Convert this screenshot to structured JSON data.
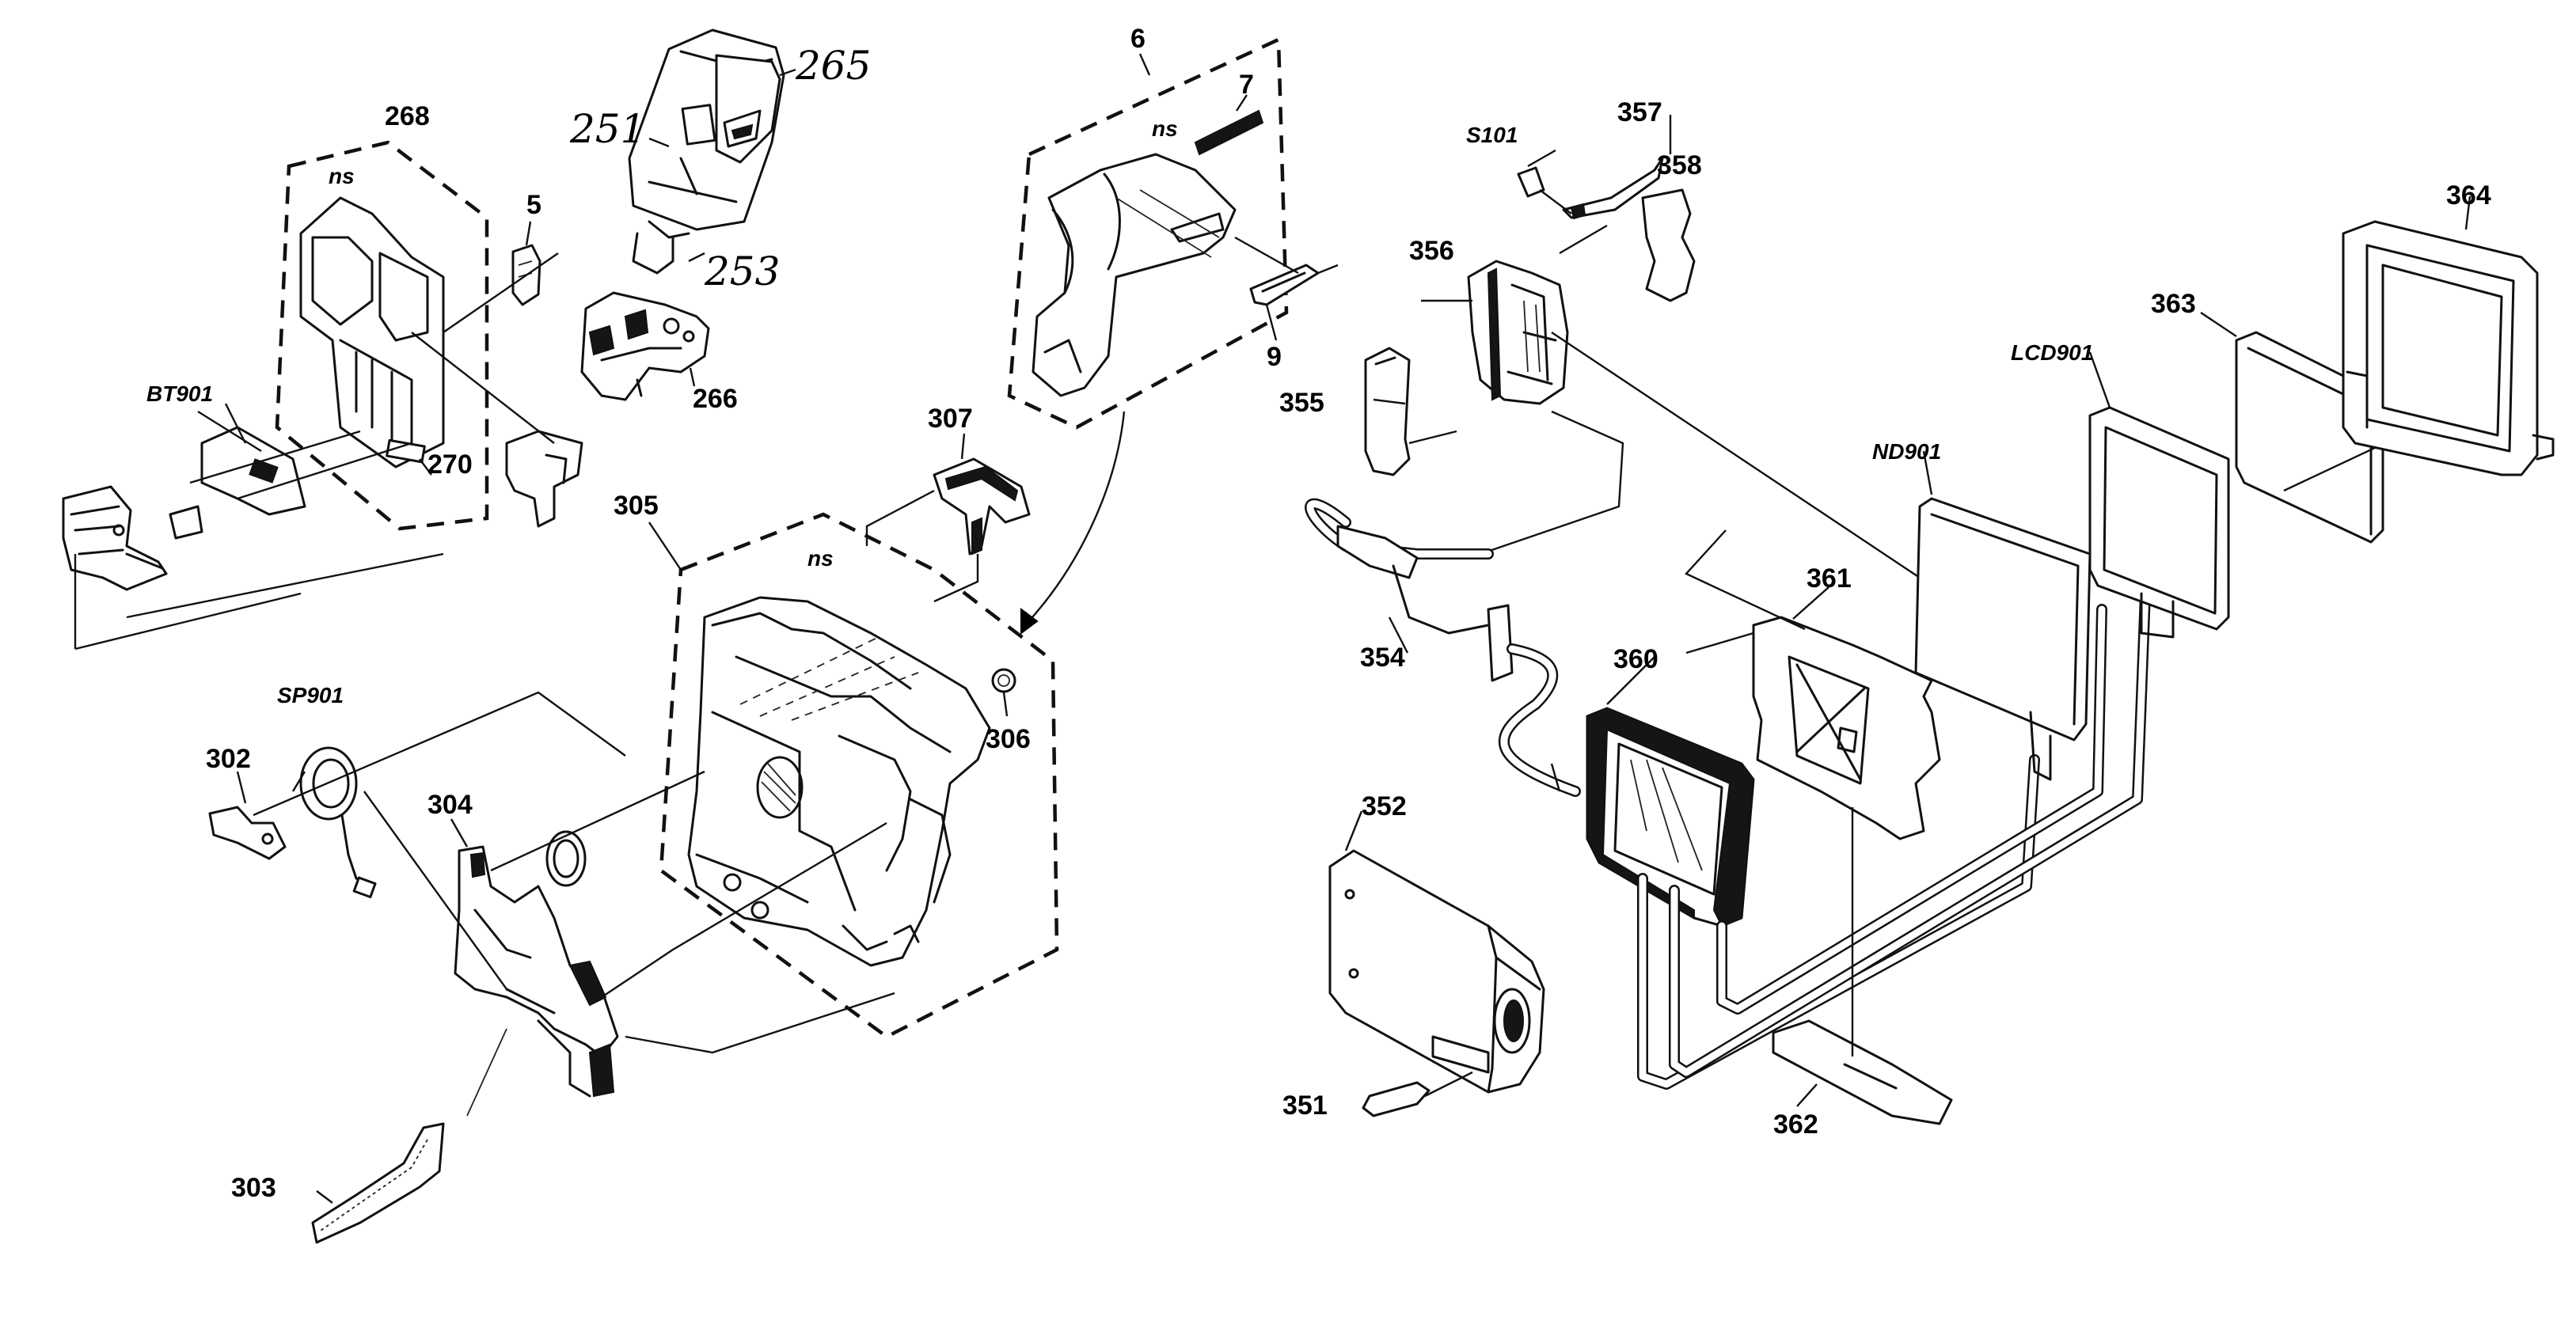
{
  "labels": {
    "l265": "265",
    "l251": "251",
    "l253": "253",
    "l266": "266",
    "l268": "268",
    "l5": "5",
    "l270": "270",
    "lbt901": "BT901",
    "lns_a": "ns",
    "l6": "6",
    "l7": "7",
    "lns_b": "ns",
    "l9": "9",
    "l307": "307",
    "l305": "305",
    "lns_c": "ns",
    "l306": "306",
    "lsp901": "SP901",
    "l302": "302",
    "l304": "304",
    "l303": "303",
    "ls101": "S101",
    "l357": "357",
    "l358": "358",
    "l356": "356",
    "l355": "355",
    "l354": "354",
    "l364": "364",
    "l363": "363",
    "llcd901": "LCD901",
    "lnd901": "ND901",
    "l361": "361",
    "l360": "360",
    "l352": "352",
    "l351": "351",
    "l362": "362"
  }
}
